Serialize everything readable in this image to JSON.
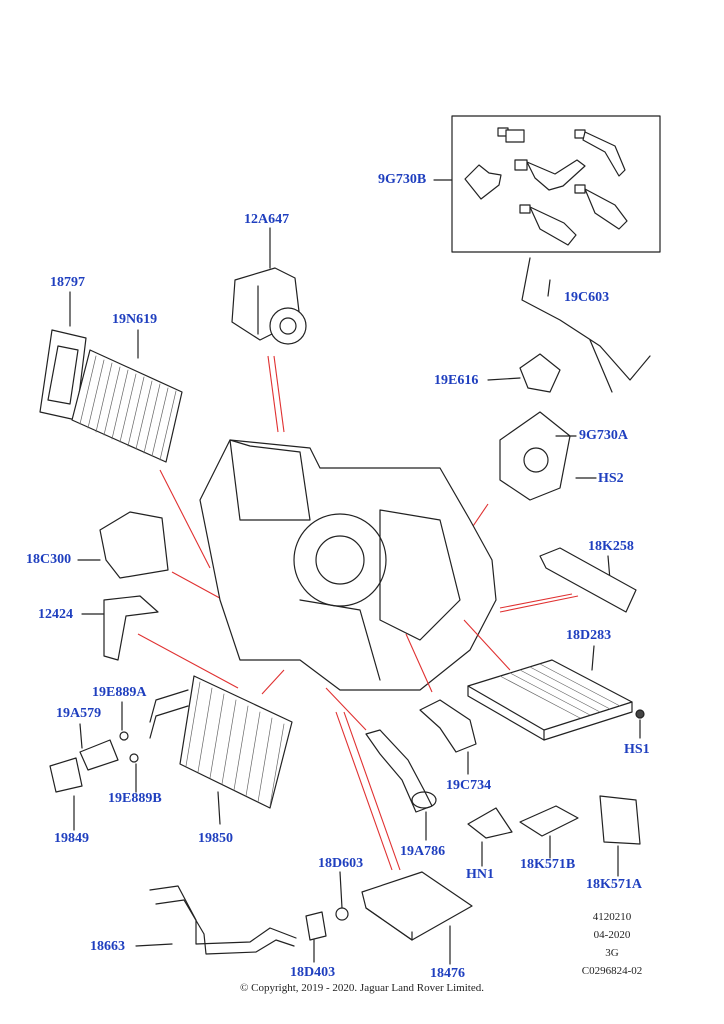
{
  "callouts": {
    "c9G730B": "9G730B",
    "c12A647": "12A647",
    "c18797": "18797",
    "c19N619": "19N619",
    "c19C603": "19C603",
    "c19E616": "19E616",
    "c9G730A": "9G730A",
    "cHS2": "HS2",
    "c18C300": "18C300",
    "c18K258": "18K258",
    "c12424": "12424",
    "c18D283": "18D283",
    "c19E889A": "19E889A",
    "c19A579": "19A579",
    "cHS1": "HS1",
    "c19E889B": "19E889B",
    "c19C734": "19C734",
    "c19849": "19849",
    "c19850": "19850",
    "c19A786": "19A786",
    "cHN1": "HN1",
    "c18K571B": "18K571B",
    "c18K571A": "18K571A",
    "c18D603": "18D603",
    "c18663": "18663",
    "c18D403": "18D403",
    "c18476": "18476"
  },
  "meta": {
    "line1": "4120210",
    "line2": "04-2020",
    "line3": "3G",
    "line4": "C0296824-02"
  },
  "copyright": "© Copyright, 2019 - 2020. Jaguar Land Rover Limited.",
  "colors": {
    "callout": "#1f3fbf",
    "leader_red": "#e03131",
    "line": "#222222"
  }
}
